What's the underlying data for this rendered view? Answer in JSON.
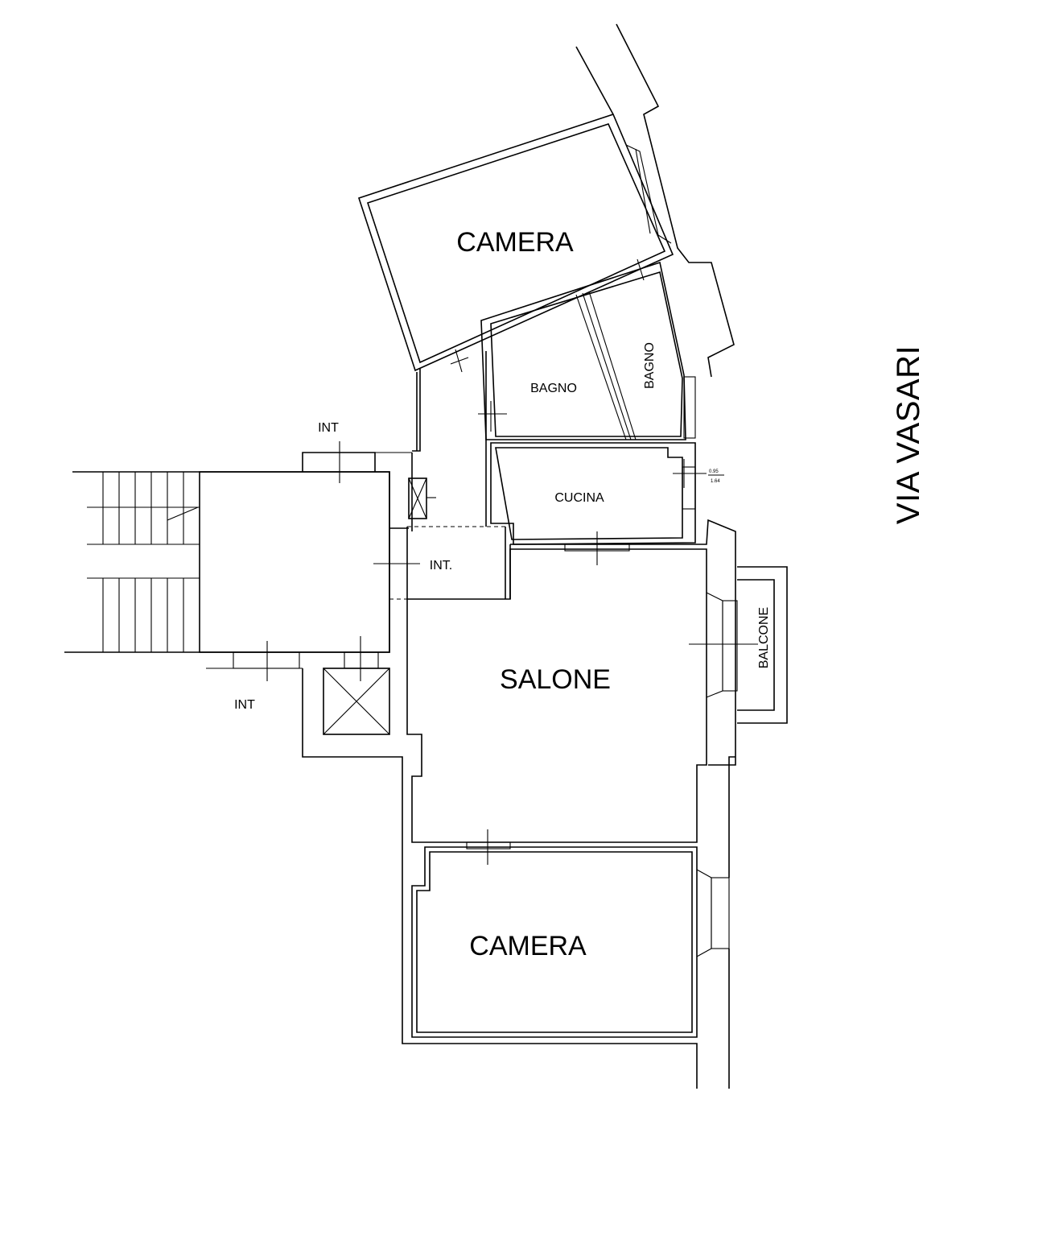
{
  "rooms": {
    "camera_top": "CAMERA",
    "bagno_left": "BAGNO",
    "bagno_right": "BAGNO",
    "cucina": "CUCINA",
    "salone": "SALONE",
    "camera_bottom": "CAMERA",
    "balcone": "BALCONE"
  },
  "markers": {
    "int_top": "INT",
    "int_middle": "INT.",
    "int_bottom": "INT"
  },
  "dimension": {
    "width": "0.95",
    "height": "1.64"
  },
  "street": "VIA VASARI",
  "colors": {
    "ink": "#000000",
    "paper": "#ffffff"
  }
}
